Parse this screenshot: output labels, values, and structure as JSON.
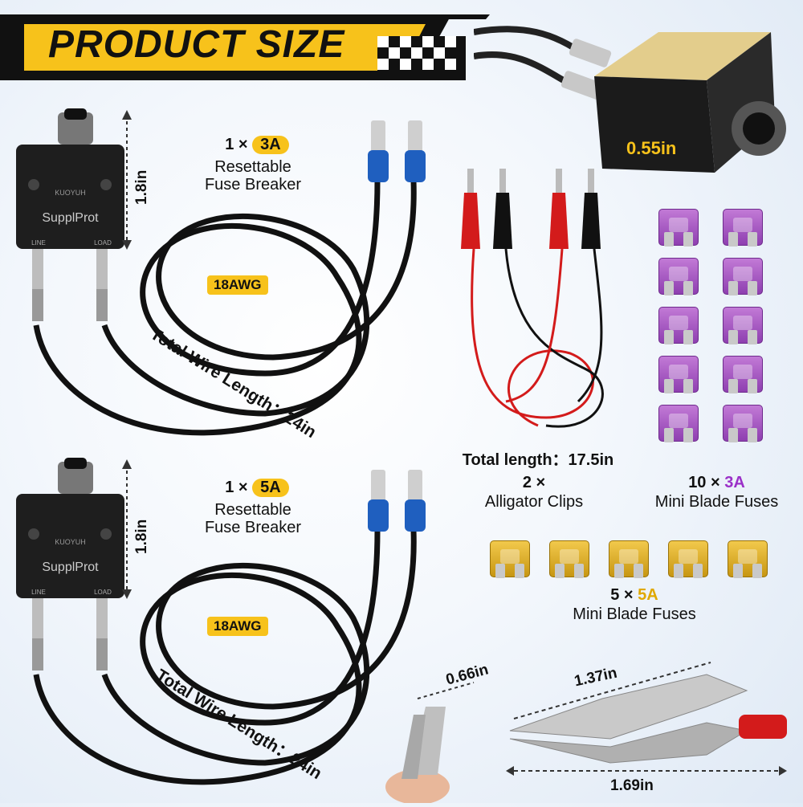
{
  "header": {
    "title": "PRODUCT SIZE"
  },
  "breakers": [
    {
      "qty": "1 ×",
      "amp": "3A",
      "line1": "Resettable",
      "line2": "Fuse Breaker",
      "height": "1.8in",
      "awg": "18AWG",
      "wire_length": "Total Wire Length：24in",
      "brand": "SupplProt",
      "small_brand": "KUOYUH",
      "line_label": "LINE",
      "load_label": "LOAD"
    },
    {
      "qty": "1 ×",
      "amp": "5A",
      "line1": "Resettable",
      "line2": "Fuse Breaker",
      "height": "1.8in",
      "awg": "18AWG",
      "wire_length": "Total Wire Length：24in",
      "brand": "SupplProt",
      "small_brand": "KUOYUH",
      "line_label": "LINE",
      "load_label": "LOAD"
    }
  ],
  "breaker_thickness": "0.55in",
  "clips": {
    "total_length": "Total length：17.5in",
    "qty": "2 ×",
    "name": "Alligator Clips"
  },
  "fuses_3a": {
    "qty": "10 ×",
    "amp": "3A",
    "name": "Mini Blade Fuses",
    "count": 10,
    "color": "#9b4dca"
  },
  "fuses_5a": {
    "qty": "5 ×",
    "amp": "5A",
    "name": "Mini Blade Fuses",
    "count": 5,
    "color": "#f2b705"
  },
  "clip_dims": {
    "jaw_open": "0.66in",
    "jaw_length": "1.37in",
    "total_length": "1.69in"
  },
  "colors": {
    "accent_yellow": "#f7c21b",
    "purple": "#9b30c8",
    "header_bg": "#111111"
  }
}
